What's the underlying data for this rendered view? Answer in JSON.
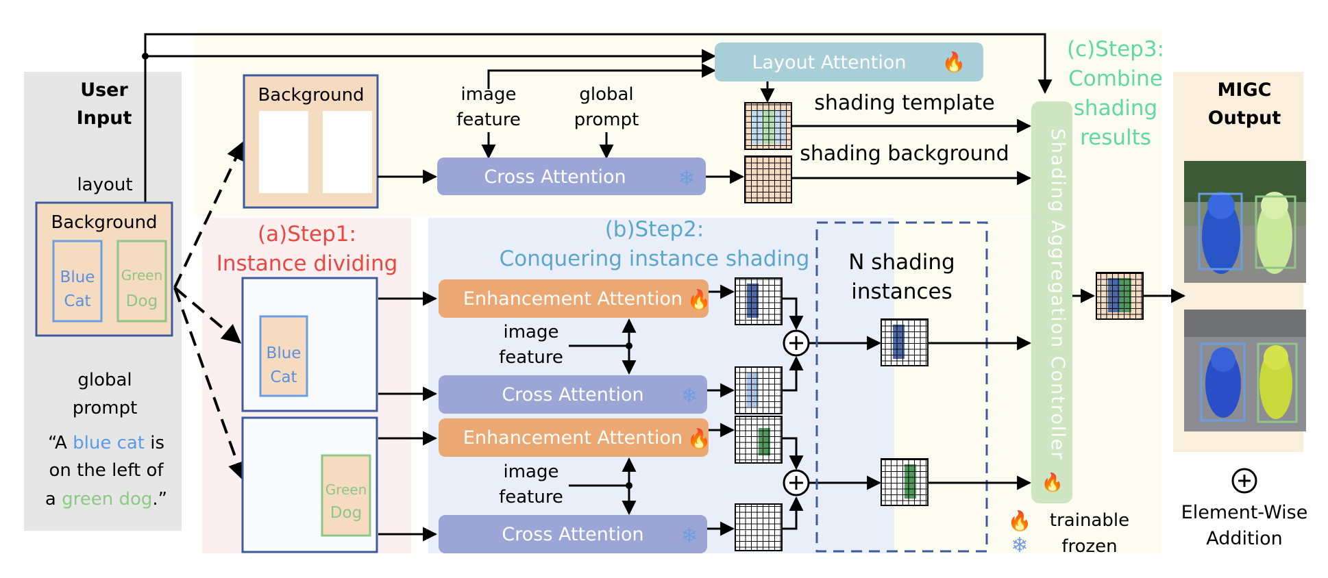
{
  "user_input": {
    "title_line1": "User",
    "title_line2": "Input",
    "layout_label": "layout",
    "background_label": "Background",
    "box_blue_line1": "Blue",
    "box_blue_line2": "Cat",
    "box_green_line1": "Green",
    "box_green_line2": "Dog",
    "global_line1": "global",
    "global_line2": "prompt",
    "prompt_l1_a": "“A ",
    "prompt_l1_b": "blue cat",
    "prompt_l1_c": " is",
    "prompt_l2": "on the left of",
    "prompt_l3_a": "a ",
    "prompt_l3_b": "green dog",
    "prompt_l3_c": ".”"
  },
  "top_branch": {
    "background_label": "Background",
    "image_feature_l1": "image",
    "image_feature_l2": "feature",
    "global_prompt_l1": "global",
    "global_prompt_l2": "prompt",
    "cross_attention": "Cross Attention",
    "layout_attention": "Layout Attention",
    "shading_template": "shading template",
    "shading_background": "shading background"
  },
  "step1": {
    "line1": "(a)Step1:",
    "line2": "Instance dividing"
  },
  "step2": {
    "line1": "(b)Step2:",
    "line2": "Conquering instance shading"
  },
  "step3": {
    "line1": "(c)Step3:",
    "line2": "Combine",
    "line3": "shading",
    "line4": "results"
  },
  "instances": {
    "blue_line1": "Blue",
    "blue_line2": "Cat",
    "green_line1": "Green",
    "green_line2": "Dog",
    "enhancement_attention_1": "Enhancement Attention",
    "cross_attention_1": "Cross Attention",
    "enhancement_attention_2": "Enhancement Attention",
    "cross_attention_2": "Cross Attention",
    "image_feature1_l1": "image",
    "image_feature1_l2": "feature",
    "image_feature2_l1": "image",
    "image_feature2_l2": "feature",
    "n_shading_l1": "N shading",
    "n_shading_l2": "instances"
  },
  "controller": {
    "label": "Shading Aggregation Controller"
  },
  "output": {
    "title_line1": "MIGC",
    "title_line2": "Output"
  },
  "legend": {
    "trainable": "trainable",
    "frozen": "frozen",
    "elementwise_l1": "Element-Wise",
    "elementwise_l2": "Addition"
  },
  "colors": {
    "orange_box": "#f5dcc0",
    "attention_purple": "#9ba6d6",
    "enhancement_orange": "#eba873",
    "layout_teal": "#a8cfd8",
    "controller_green": "#cde5c1",
    "step1_red": "#e8483f",
    "step2_blue": "#5aa7c9",
    "step3_green": "#5fd8a6",
    "blue_text": "#4a8fe0",
    "green_text": "#86c47e"
  }
}
